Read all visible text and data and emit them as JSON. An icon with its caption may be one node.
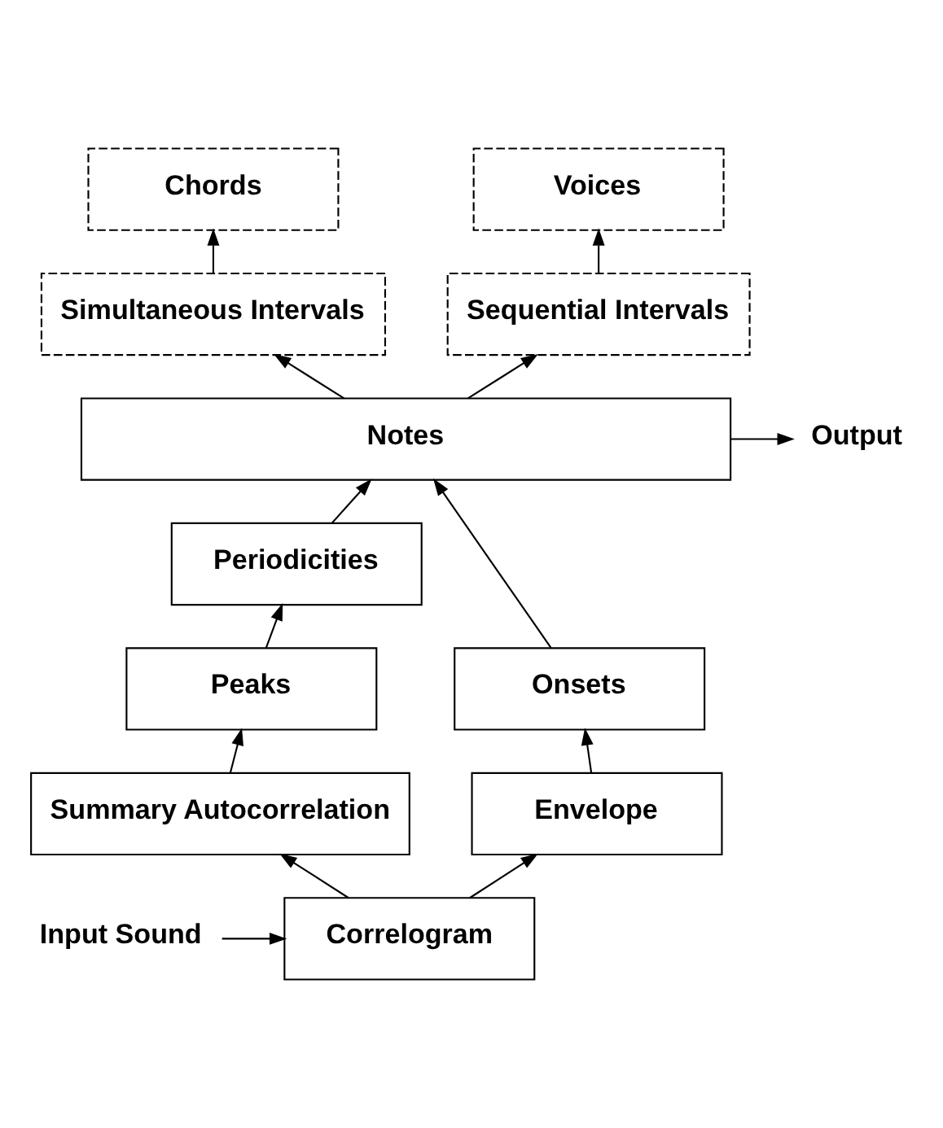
{
  "diagram": {
    "nodes": [
      {
        "text": [
          "Chords"
        ]
      },
      {
        "text": [
          "Voices"
        ]
      },
      {
        "text": [
          "Simultaneous Intervals"
        ]
      },
      {
        "text": [
          "Sequential Intervals"
        ]
      },
      {
        "text": [
          "Notes"
        ]
      },
      {
        "text": [
          "Output"
        ]
      },
      {
        "text": [
          "Periodicities"
        ]
      },
      {
        "text": [
          "Peaks"
        ]
      },
      {
        "text": [
          "Onsets"
        ]
      },
      {
        "text": [
          "Summary Autocorrelation"
        ]
      },
      {
        "text": [
          "Envelope"
        ]
      },
      {
        "text": [
          "Correlogram"
        ]
      },
      {
        "text": [
          "Input Sound"
        ]
      }
    ],
    "edges": [
      {
        "from": 2,
        "to": 0,
        "arrow": "to"
      },
      {
        "from": 3,
        "to": 1,
        "arrow": "to"
      },
      {
        "from": 4,
        "to": 2,
        "arrow": "to"
      },
      {
        "from": 4,
        "to": 3,
        "arrow": "to"
      },
      {
        "from": 4,
        "to": 5,
        "arrow": "to"
      },
      {
        "from": 6,
        "to": 4,
        "arrow": "to"
      },
      {
        "from": 8,
        "to": 4,
        "arrow": "to"
      },
      {
        "from": 7,
        "to": 6,
        "arrow": "to"
      },
      {
        "from": 9,
        "to": 7,
        "arrow": "to"
      },
      {
        "from": 10,
        "to": 8,
        "arrow": "to"
      },
      {
        "from": 11,
        "to": 9,
        "arrow": "to"
      },
      {
        "from": 11,
        "to": 10,
        "arrow": "to"
      },
      {
        "from": 12,
        "to": 11,
        "arrow": "to"
      }
    ]
  }
}
